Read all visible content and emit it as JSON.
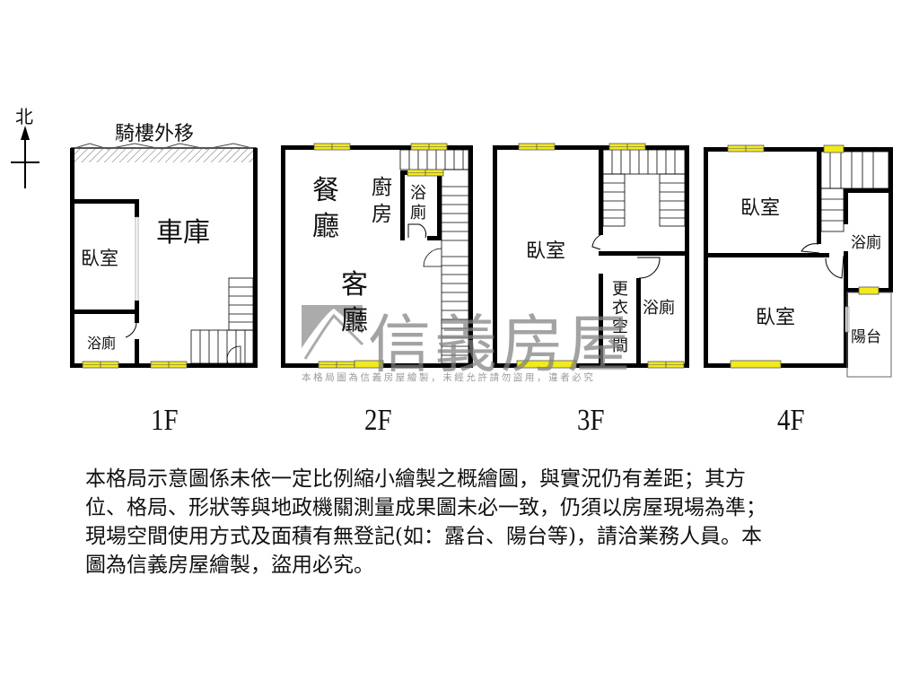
{
  "compass": {
    "label": "北",
    "icon": "north-arrow-icon"
  },
  "floors": [
    {
      "id": "1F",
      "label": "1F",
      "rooms": {
        "arcade": "騎樓外移",
        "garage": "車庫",
        "bedroom": "臥室",
        "bathroom": "浴廁"
      }
    },
    {
      "id": "2F",
      "label": "2F",
      "rooms": {
        "dining": [
          "餐",
          "廳"
        ],
        "kitchen": [
          "廚",
          "房"
        ],
        "bathroom": [
          "浴",
          "廁"
        ],
        "living": [
          "客",
          "廳"
        ]
      }
    },
    {
      "id": "3F",
      "label": "3F",
      "rooms": {
        "bedroom": "臥室",
        "closet": [
          "更",
          "衣",
          "空",
          "間"
        ],
        "bathroom": "浴廁"
      }
    },
    {
      "id": "4F",
      "label": "4F",
      "rooms": {
        "bedroom_north": "臥室",
        "bedroom_south": "臥室",
        "bathroom": "浴廁",
        "balcony": "陽台"
      }
    }
  ],
  "watermark": {
    "brand": "信義房屋",
    "copyright": "本格局圖為信義房屋繪製，未經允許請勿盜用，違者必究"
  },
  "disclaimer": {
    "lines": [
      "本格局示意圖係未依一定比例縮小繪製之概繪圖，與實況仍有差距；其方",
      "位、格局、形狀等與地政機關測量成果圖未必一致，仍須以房屋現場為準；",
      "現場空間使用方式及面積有無登記(如：露台、陽台等)，請洽業務人員。本",
      "圖為信義房屋繪製，盜用必究。"
    ]
  },
  "colors": {
    "wall": "#000000",
    "window": "#f2ea1c",
    "watermark": "#8c8c8c",
    "hatch": "#555555"
  }
}
